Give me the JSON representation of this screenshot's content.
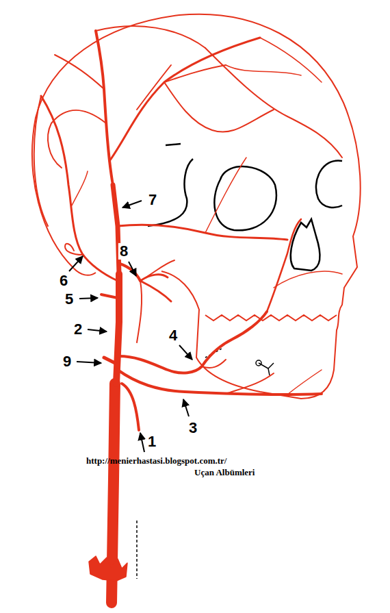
{
  "diagram": {
    "labels": [
      "7",
      "8",
      "6",
      "5",
      "2",
      "4",
      "9",
      "3",
      "1",
      "http://menierhastasi.blogspot.com.tr/",
      "Uçan Albümleri"
    ]
  }
}
